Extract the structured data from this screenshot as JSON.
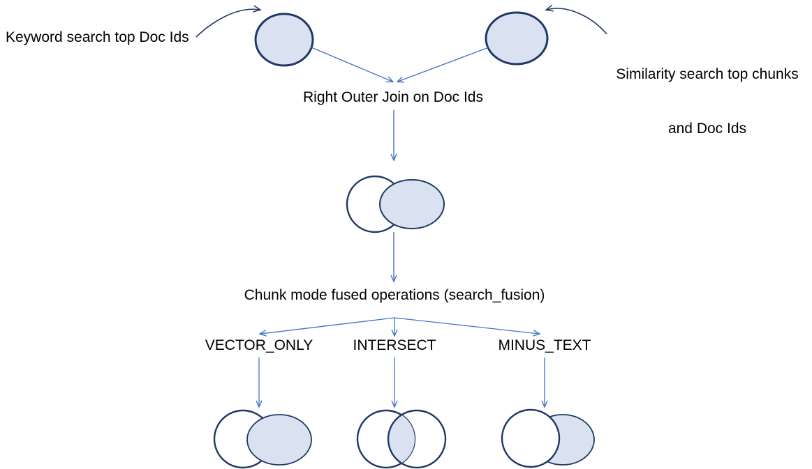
{
  "diagram": {
    "title_text_blocks": {
      "keyword_search": "Keyword search top Doc Ids",
      "similarity_search_line1": "Similarity search top chunks",
      "similarity_search_line2": "and Doc Ids",
      "right_outer_join": "Right Outer Join on Doc Ids",
      "chunk_fused": "Chunk mode fused operations (search_fusion)",
      "vector_only": "VECTOR_ONLY",
      "intersect": "INTERSECT",
      "minus_text": "MINUS_TEXT"
    },
    "colors": {
      "shape_fill": "#dae1f0",
      "shape_stroke": "#1f3864",
      "arrow_blue": "#4472c4",
      "arrow_dark": "#1f3864",
      "background": "#ffffff",
      "text": "#000000"
    },
    "nodes": [
      {
        "id": "keyword-doc-ids-ellipse",
        "shape": "ellipse",
        "fill": "#dae1f0",
        "stroke": "#1f3864"
      },
      {
        "id": "similarity-doc-ids-ellipse",
        "shape": "ellipse",
        "fill": "#dae1f0",
        "stroke": "#1f3864"
      },
      {
        "id": "joined-venn",
        "shape": "venn-two-circle",
        "left_fill": "none",
        "right_fill": "#dae1f0",
        "right_on_top": true
      },
      {
        "id": "vector-only-venn",
        "shape": "venn-two-circle",
        "left_fill": "none",
        "right_fill": "#dae1f0",
        "right_on_top": true
      },
      {
        "id": "intersect-venn",
        "shape": "venn-two-circle",
        "left_fill": "none",
        "right_fill": "none",
        "overlap_fill": "#dae1f0"
      },
      {
        "id": "minus-text-venn",
        "shape": "venn-two-circle",
        "left_fill": "none",
        "right_fill": "#dae1f0",
        "right_on_top": false
      }
    ],
    "edges": [
      {
        "from": "keyword-search-label",
        "to": "keyword-doc-ids-ellipse",
        "style": "curved",
        "color": "#1f3864"
      },
      {
        "from": "similarity-search-label",
        "to": "similarity-doc-ids-ellipse",
        "style": "curved",
        "color": "#1f3864"
      },
      {
        "from": "keyword-doc-ids-ellipse",
        "to": "right-outer-join",
        "style": "straight",
        "color": "#4472c4"
      },
      {
        "from": "similarity-doc-ids-ellipse",
        "to": "right-outer-join",
        "style": "straight",
        "color": "#4472c4"
      },
      {
        "from": "right-outer-join",
        "to": "joined-venn",
        "style": "straight",
        "color": "#4472c4"
      },
      {
        "from": "joined-venn",
        "to": "chunk-fused",
        "style": "straight",
        "color": "#4472c4"
      },
      {
        "from": "chunk-fused",
        "to": "vector-only",
        "style": "straight",
        "color": "#4472c4"
      },
      {
        "from": "chunk-fused",
        "to": "intersect",
        "style": "straight",
        "color": "#4472c4"
      },
      {
        "from": "chunk-fused",
        "to": "minus-text",
        "style": "straight",
        "color": "#4472c4"
      },
      {
        "from": "vector-only",
        "to": "vector-only-venn",
        "style": "straight",
        "color": "#4472c4"
      },
      {
        "from": "intersect",
        "to": "intersect-venn",
        "style": "straight",
        "color": "#4472c4"
      },
      {
        "from": "minus-text",
        "to": "minus-text-venn",
        "style": "straight",
        "color": "#4472c4"
      }
    ]
  }
}
